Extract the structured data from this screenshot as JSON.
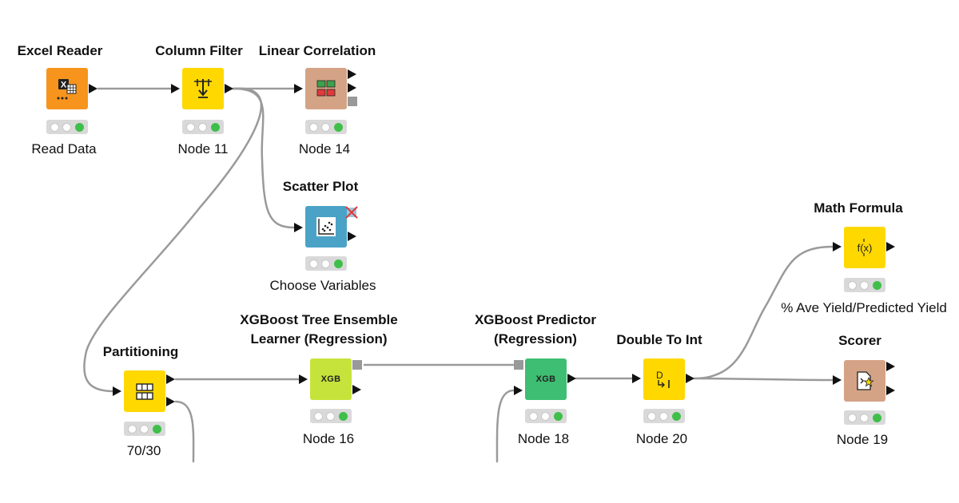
{
  "colors": {
    "orange": "#f7941d",
    "yellow": "#ffd800",
    "tan": "#d4a386",
    "blue": "#4aa3c7",
    "lime": "#c6e33b",
    "green": "#3ebe72",
    "wire": "#9a9a9a",
    "status_green": "#3fbf4a"
  },
  "nodes": {
    "excel_reader": {
      "title": "Excel Reader",
      "label": "Read Data",
      "icon": "excel-reader-icon"
    },
    "column_filter": {
      "title": "Column Filter",
      "label": "Node 11",
      "icon": "column-filter-icon"
    },
    "linear_correlation": {
      "title": "Linear Correlation",
      "label": "Node 14",
      "icon": "correlation-matrix-icon"
    },
    "scatter_plot": {
      "title": "Scatter Plot",
      "label": "Choose Variables",
      "icon": "scatter-plot-icon"
    },
    "partitioning": {
      "title": "Partitioning",
      "label": "70/30",
      "icon": "partition-icon"
    },
    "xgb_learner": {
      "title": "XGBoost Tree Ensemble Learner (Regression)",
      "label": "Node 16",
      "icon": "xgb-learner-icon",
      "icon_text": "XGB"
    },
    "xgb_predictor": {
      "title": "XGBoost Predictor (Regression)",
      "label": "Node 18",
      "icon": "xgb-predictor-icon",
      "icon_text": "XGB"
    },
    "double_to_int": {
      "title": "Double To Int",
      "label": "Node 20",
      "icon": "double-to-int-icon"
    },
    "math_formula": {
      "title": "Math Formula",
      "label": "% Ave Yield/Predicted Yield",
      "icon": "math-formula-icon"
    },
    "scorer": {
      "title": "Scorer",
      "label": "Node 19",
      "icon": "scorer-icon"
    }
  }
}
